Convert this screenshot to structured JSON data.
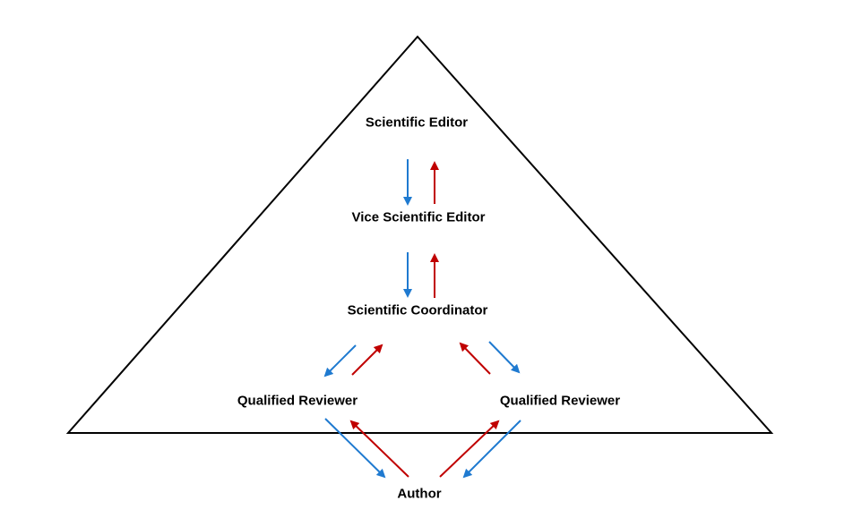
{
  "nodes": {
    "scientific_editor": "Scientific Editor",
    "vice_scientific_editor": "Vice Scientific Editor",
    "scientific_coordinator": "Scientific Coordinator",
    "qualified_reviewer_left": "Qualified Reviewer",
    "qualified_reviewer_right": "Qualified Reviewer",
    "author": "Author"
  },
  "colors": {
    "downward_flow": "#1f7ad0",
    "upward_flow": "#c00000",
    "outline": "#000000"
  }
}
